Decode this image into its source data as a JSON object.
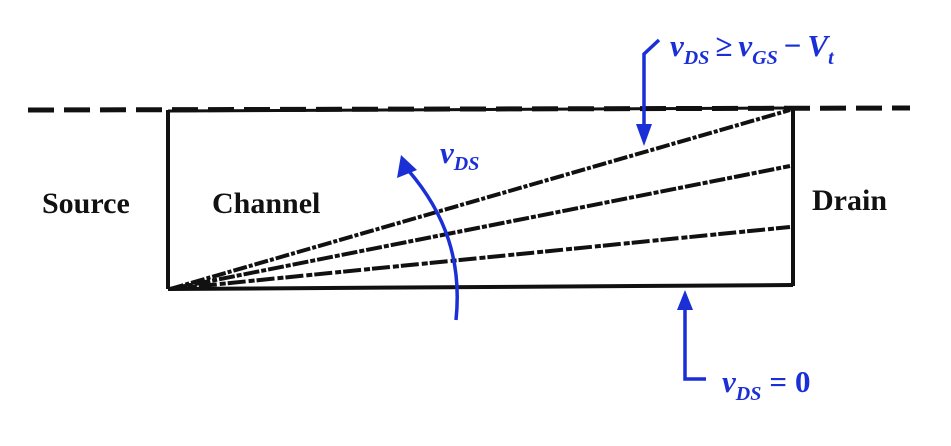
{
  "labels": {
    "source": "Source",
    "channel": "Channel",
    "drain": "Drain"
  },
  "annotations": {
    "sweep": {
      "var": "v",
      "sub": "DS"
    },
    "top_condition": {
      "lhs_var": "v",
      "lhs_sub": "DS",
      "op": "≥",
      "rhs1_var": "v",
      "rhs1_sub": "GS",
      "minus": "−",
      "rhs2_var": "V",
      "rhs2_sub": "t"
    },
    "bottom_condition": {
      "var": "v",
      "sub": "DS",
      "op": "=",
      "value": "0"
    }
  },
  "colors": {
    "annotation": "#1a2fd6",
    "diagram_lines": "#111111"
  }
}
